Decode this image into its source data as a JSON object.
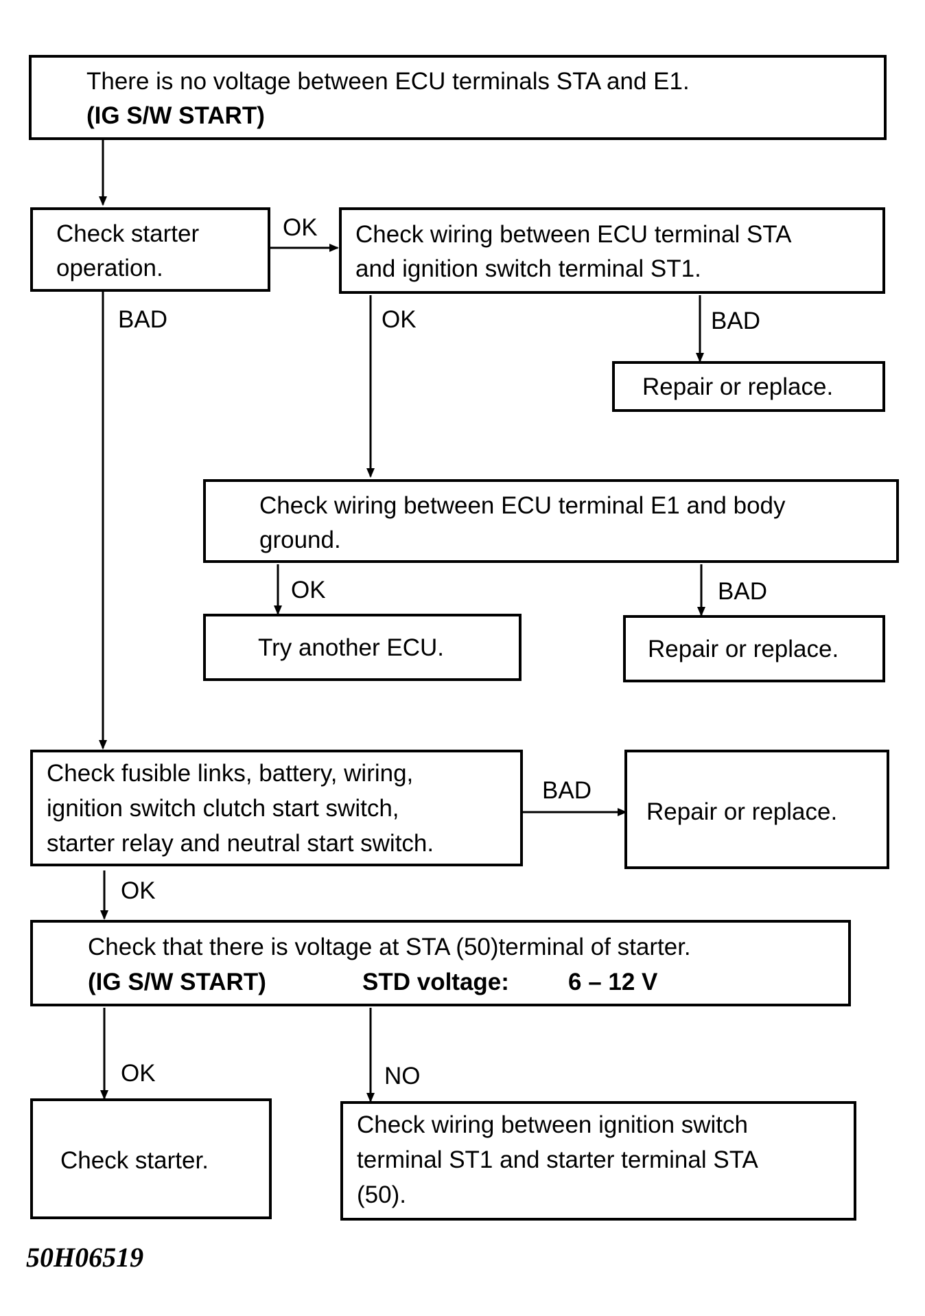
{
  "nodes": {
    "start": {
      "line1": "There is no voltage between ECU terminals STA and E1.",
      "line2": "(IG S/W START)"
    },
    "starter_op": {
      "line1": "Check starter",
      "line2": "operation."
    },
    "wiring_sta": {
      "line1": "Check wiring between ECU terminal STA",
      "line2": "and ignition switch terminal ST1."
    },
    "repair1": {
      "text": "Repair or replace."
    },
    "wiring_e1": {
      "line1": "Check wiring between ECU terminal E1 and body",
      "line2": "ground."
    },
    "try_ecu": {
      "text": "Try another ECU."
    },
    "repair2": {
      "text": "Repair or replace."
    },
    "fusible": {
      "line1": "Check fusible links, battery, wiring,",
      "line2": "ignition switch clutch start switch,",
      "line3": "starter relay and neutral start switch."
    },
    "repair3": {
      "text": "Repair or replace."
    },
    "voltage_check": {
      "line1": "Check that there is voltage at STA (50)terminal of starter.",
      "line2a": "(IG S/W START)",
      "line2b": "STD voltage:",
      "line2c": "6 – 12 V"
    },
    "check_starter": {
      "text": "Check starter."
    },
    "wiring_st1": {
      "line1": "Check wiring between ignition switch",
      "line2": "terminal ST1 and starter terminal STA",
      "line3": "(50)."
    }
  },
  "edges": {
    "starter_op_ok": "OK",
    "starter_op_bad": "BAD",
    "wiring_sta_ok": "OK",
    "wiring_sta_bad": "BAD",
    "wiring_e1_ok": "OK",
    "wiring_e1_bad": "BAD",
    "fusible_bad": "BAD",
    "fusible_ok": "OK",
    "voltage_ok": "OK",
    "voltage_no": "NO"
  },
  "figure_code": "50H06519"
}
